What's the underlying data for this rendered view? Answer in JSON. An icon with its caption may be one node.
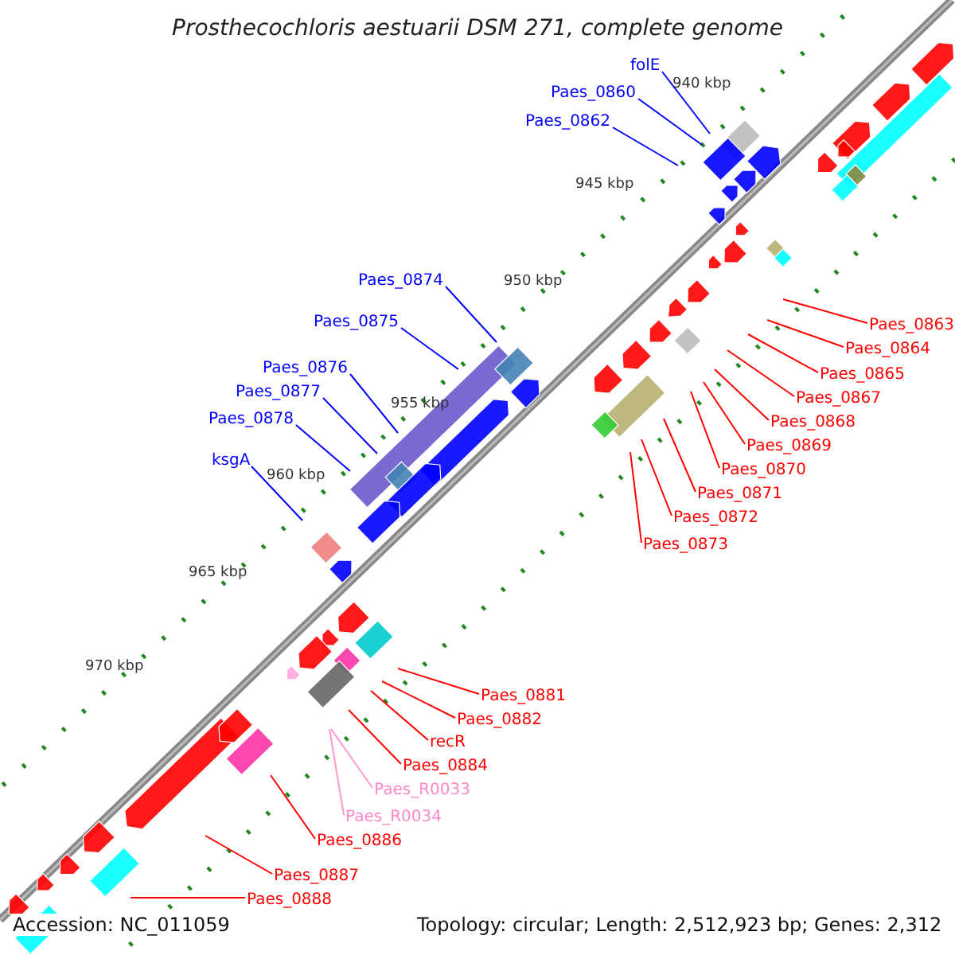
{
  "diagram": {
    "title": "Prosthecochloris aestuarii DSM 271, complete genome",
    "nodes": [
      {
        "text": [
          "folE"
        ]
      },
      {
        "text": [
          "Paes_0860"
        ]
      },
      {
        "text": [
          "Paes_0862"
        ]
      },
      {
        "text": [
          "Paes_0874"
        ]
      },
      {
        "text": [
          "Paes_0875"
        ]
      },
      {
        "text": [
          "Paes_0863"
        ]
      },
      {
        "text": [
          "Paes_0864"
        ]
      },
      {
        "text": [
          "Paes_0876"
        ]
      },
      {
        "text": [
          "Paes_0865"
        ]
      },
      {
        "text": [
          "Paes_0877"
        ]
      },
      {
        "text": [
          "Paes_0867"
        ]
      },
      {
        "text": [
          "Paes_0878"
        ]
      },
      {
        "text": [
          "Paes_0868"
        ]
      },
      {
        "text": [
          "Paes_0869"
        ]
      },
      {
        "text": [
          "ksgA"
        ]
      },
      {
        "text": [
          "Paes_0870"
        ]
      },
      {
        "text": [
          "Paes_0871"
        ]
      },
      {
        "text": [
          "Paes_0872"
        ]
      },
      {
        "text": [
          "Paes_0873"
        ]
      },
      {
        "text": [
          "Paes_0881"
        ]
      },
      {
        "text": [
          "Paes_0882"
        ]
      },
      {
        "text": [
          "recR"
        ]
      },
      {
        "text": [
          "Paes_0884"
        ]
      },
      {
        "text": [
          "Paes_R0033"
        ]
      },
      {
        "text": [
          "Paes_R0034"
        ]
      },
      {
        "text": [
          "Paes_0886"
        ]
      },
      {
        "text": [
          "Paes_0887"
        ]
      },
      {
        "text": [
          "Paes_0888"
        ]
      }
    ],
    "edges": [
      {
        "from": 0,
        "to": null,
        "arrow": "none",
        "color": "#0000ff"
      },
      {
        "from": 1,
        "to": null,
        "arrow": "none",
        "color": "#0000ff"
      },
      {
        "from": 2,
        "to": null,
        "arrow": "none",
        "color": "#0000ff"
      },
      {
        "from": 3,
        "to": null,
        "arrow": "none",
        "color": "#0000ff"
      },
      {
        "from": 4,
        "to": null,
        "arrow": "none",
        "color": "#0000ff"
      },
      {
        "from": 5,
        "to": null,
        "arrow": "none"
      },
      {
        "from": 6,
        "to": null,
        "arrow": "none"
      },
      {
        "from": 7,
        "to": null,
        "arrow": "none",
        "color": "#0000ff"
      },
      {
        "from": 8,
        "to": null,
        "arrow": "none"
      },
      {
        "from": 9,
        "to": null,
        "arrow": "none",
        "color": "#0000ff"
      },
      {
        "from": 10,
        "to": null,
        "arrow": "none"
      },
      {
        "from": 11,
        "to": null,
        "arrow": "none",
        "color": "#0000ff"
      },
      {
        "from": 12,
        "to": null,
        "arrow": "none"
      },
      {
        "from": 13,
        "to": null,
        "arrow": "none"
      },
      {
        "from": 14,
        "to": null,
        "arrow": "none",
        "color": "#0000ff"
      },
      {
        "from": 15,
        "to": null,
        "arrow": "none"
      },
      {
        "from": 16,
        "to": null,
        "arrow": "none"
      },
      {
        "from": 17,
        "to": null,
        "arrow": "none"
      },
      {
        "from": 18,
        "to": null,
        "arrow": "none"
      },
      {
        "from": 19,
        "to": null,
        "arrow": "none"
      },
      {
        "from": 20,
        "to": null,
        "arrow": "none"
      },
      {
        "from": 21,
        "to": null,
        "arrow": "none"
      },
      {
        "from": 22,
        "to": null,
        "arrow": "none"
      },
      {
        "from": 23,
        "to": null,
        "arrow": "none",
        "color": "#ff99cc"
      },
      {
        "from": 24,
        "to": null,
        "arrow": "none",
        "color": "#ff99cc"
      },
      {
        "from": 25,
        "to": null,
        "arrow": "none"
      },
      {
        "from": 26,
        "to": null,
        "arrow": "none"
      },
      {
        "from": 27,
        "to": null,
        "arrow": "none"
      }
    ],
    "labels": [
      "940 kbp",
      "945 kbp",
      "950 kbp",
      "955 kbp",
      "960 kbp",
      "965 kbp",
      "970 kbp",
      "Accession: NC_011059",
      "Topology: circular; Length: 2,512,923 bp; Genes: 2,312"
    ]
  }
}
